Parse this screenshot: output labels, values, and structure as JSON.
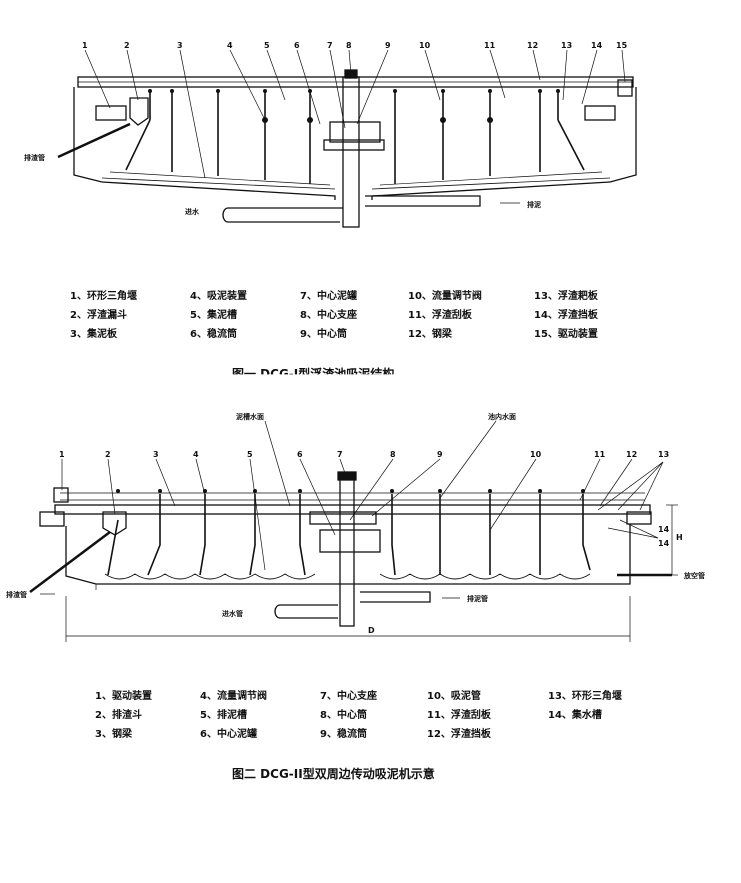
{
  "figure1": {
    "numbers": [
      "1",
      "2",
      "3",
      "4",
      "5",
      "6",
      "7",
      "8",
      "9",
      "10",
      "11",
      "12",
      "13",
      "14",
      "15"
    ],
    "inflow": "进水",
    "sludge_out": "排泥",
    "scum_pipe": "排渣管",
    "legend": [
      "1、环形三角堰",
      "2、浮渣漏斗",
      "3、集泥板",
      "4、吸泥装置",
      "5、集泥槽",
      "6、稳流筒",
      "7、中心泥罐",
      "8、中心支座",
      "9、中心筒",
      "10、流量调节阀",
      "11、浮渣刮板",
      "12、钢梁",
      "13、浮渣耙板",
      "14、浮渣挡板",
      "15、驱动装置"
    ],
    "caption": "图一    DCG-I型浮渣池吸泥结构"
  },
  "figure2": {
    "numbers": [
      "1",
      "2",
      "3",
      "4",
      "5",
      "6",
      "7",
      "8",
      "9",
      "10",
      "11",
      "12",
      "13",
      "14",
      "14"
    ],
    "sludge_level": "泥槽水面",
    "tank_level": "池内水面",
    "scum_pipe": "排渣管",
    "inflow_pipe": "进水管",
    "sludge_pipe": "排泥管",
    "drain_pipe": "放空管",
    "dim_H": "H",
    "dim_D": "D",
    "legend": [
      "1、驱动装置",
      "2、排渣斗",
      "3、钢梁",
      "4、流量调节阀",
      "5、排泥槽",
      "6、中心泥罐",
      "7、中心支座",
      "8、中心筒",
      "9、稳流筒",
      "10、吸泥管",
      "11、浮渣刮板",
      "12、浮渣挡板",
      "13、环形三角堰",
      "14、集水槽"
    ],
    "caption": "图二    DCG-II型双周边传动吸泥机示意"
  }
}
